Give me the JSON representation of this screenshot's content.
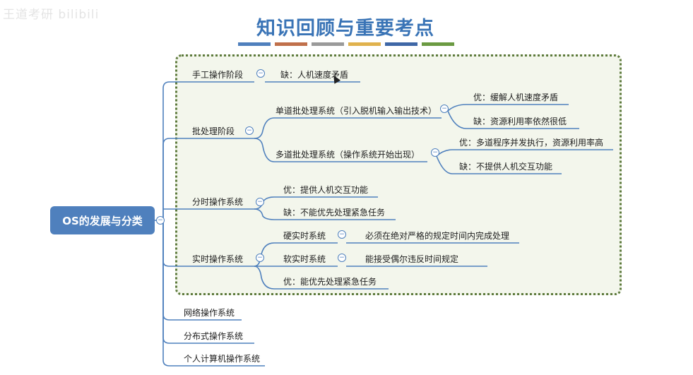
{
  "watermark": "王道考研 bilibili",
  "title": "知识回顾与重要考点",
  "title_bar_colors": [
    "#4f80bd",
    "#c0704b",
    "#9a9a9a",
    "#e0b24d",
    "#3f67a6",
    "#6b9a42"
  ],
  "root": "OS的发展与分类",
  "branches": {
    "manual": {
      "label": "手工操作阶段",
      "con": "缺：人机速度矛盾"
    },
    "batch": {
      "label": "批处理阶段",
      "single": {
        "label": "单道批处理系统（引入脱机输入输出技术）",
        "pro": "优：缓解人机速度矛盾",
        "con": "缺：资源利用率依然很低"
      },
      "multi": {
        "label": "多道批处理系统（操作系统开始出现）",
        "pro": "优：多道程序并发执行，资源利用率高",
        "con": "缺：不提供人机交互功能"
      }
    },
    "timeshare": {
      "label": "分时操作系统",
      "pro": "优：提供人机交互功能",
      "con": "缺：不能优先处理紧急任务"
    },
    "realtime": {
      "label": "实时操作系统",
      "hard": {
        "label": "硬实时系统",
        "desc": "必须在绝对严格的规定时间内完成处理"
      },
      "soft": {
        "label": "软实时系统",
        "desc": "能接受偶尔违反时间规定"
      },
      "pro": "优：能优先处理紧急任务"
    },
    "network": {
      "label": "网络操作系统"
    },
    "distributed": {
      "label": "分布式操作系统"
    },
    "pc": {
      "label": "个人计算机操作系统"
    }
  },
  "toggle_symbol": "−"
}
